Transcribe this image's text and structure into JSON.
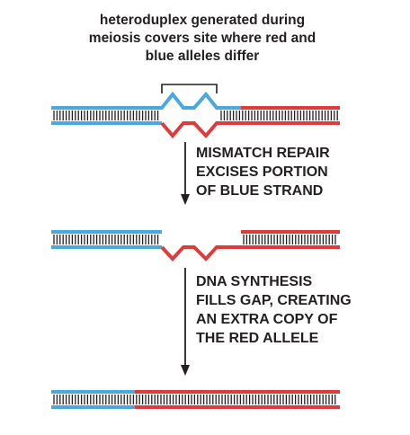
{
  "colors": {
    "red": "#e03b3b",
    "blue": "#4aa8e0",
    "dark": "#231f20"
  },
  "top_caption": {
    "lines": [
      "heteroduplex generated during",
      "meiosis covers site  where red and",
      "blue alleles differ"
    ]
  },
  "steps": [
    {
      "lines": [
        "MISMATCH REPAIR",
        "EXCISES PORTION",
        "OF BLUE STRAND"
      ]
    },
    {
      "lines": [
        "DNA SYNTHESIS",
        "FILLS GAP, CREATING",
        "AN EXTRA COPY OF",
        "THE RED ALLELE"
      ]
    }
  ]
}
